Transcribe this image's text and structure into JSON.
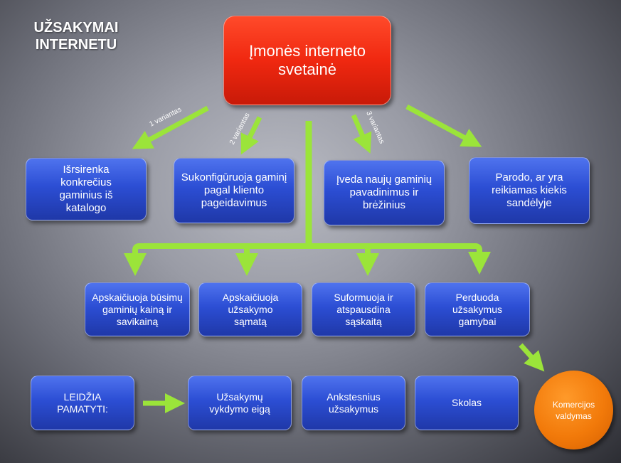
{
  "title": "UŽSAKYMAI INTERNETU",
  "top_box": "Įmonės interneto svetainė",
  "variant_labels": [
    "1 variantas",
    "2 variantas",
    "3 variantas"
  ],
  "row1": [
    "Išrsirenka konkrečius gaminius iš katalogo",
    "Sukonfigūruoja gaminį pagal kliento pageidavimus",
    "Įveda naujų gaminių pavadinimus ir brėžinius",
    "Parodo, ar yra reikiamas kiekis sandėlyje"
  ],
  "row2": [
    "Apskaičiuoja būsimų gaminių kainą ir savikainą",
    "Apskaičiuoja užsakymo sąmatą",
    "Suformuoja ir atspausdina sąskaitą",
    "Perduoda užsakymus gamybai"
  ],
  "row3": [
    "LEIDŽIA PAMATYTI:",
    "Užsakymų vykdymo eigą",
    "Ankstesnius užsakymus",
    "Skolas"
  ],
  "circle": "Komercijos valdymas",
  "colors": {
    "arrow": "#9be43a",
    "box_blue": "#2c4ed4",
    "box_red": "#f02810",
    "circle_orange": "#f27a0a"
  }
}
